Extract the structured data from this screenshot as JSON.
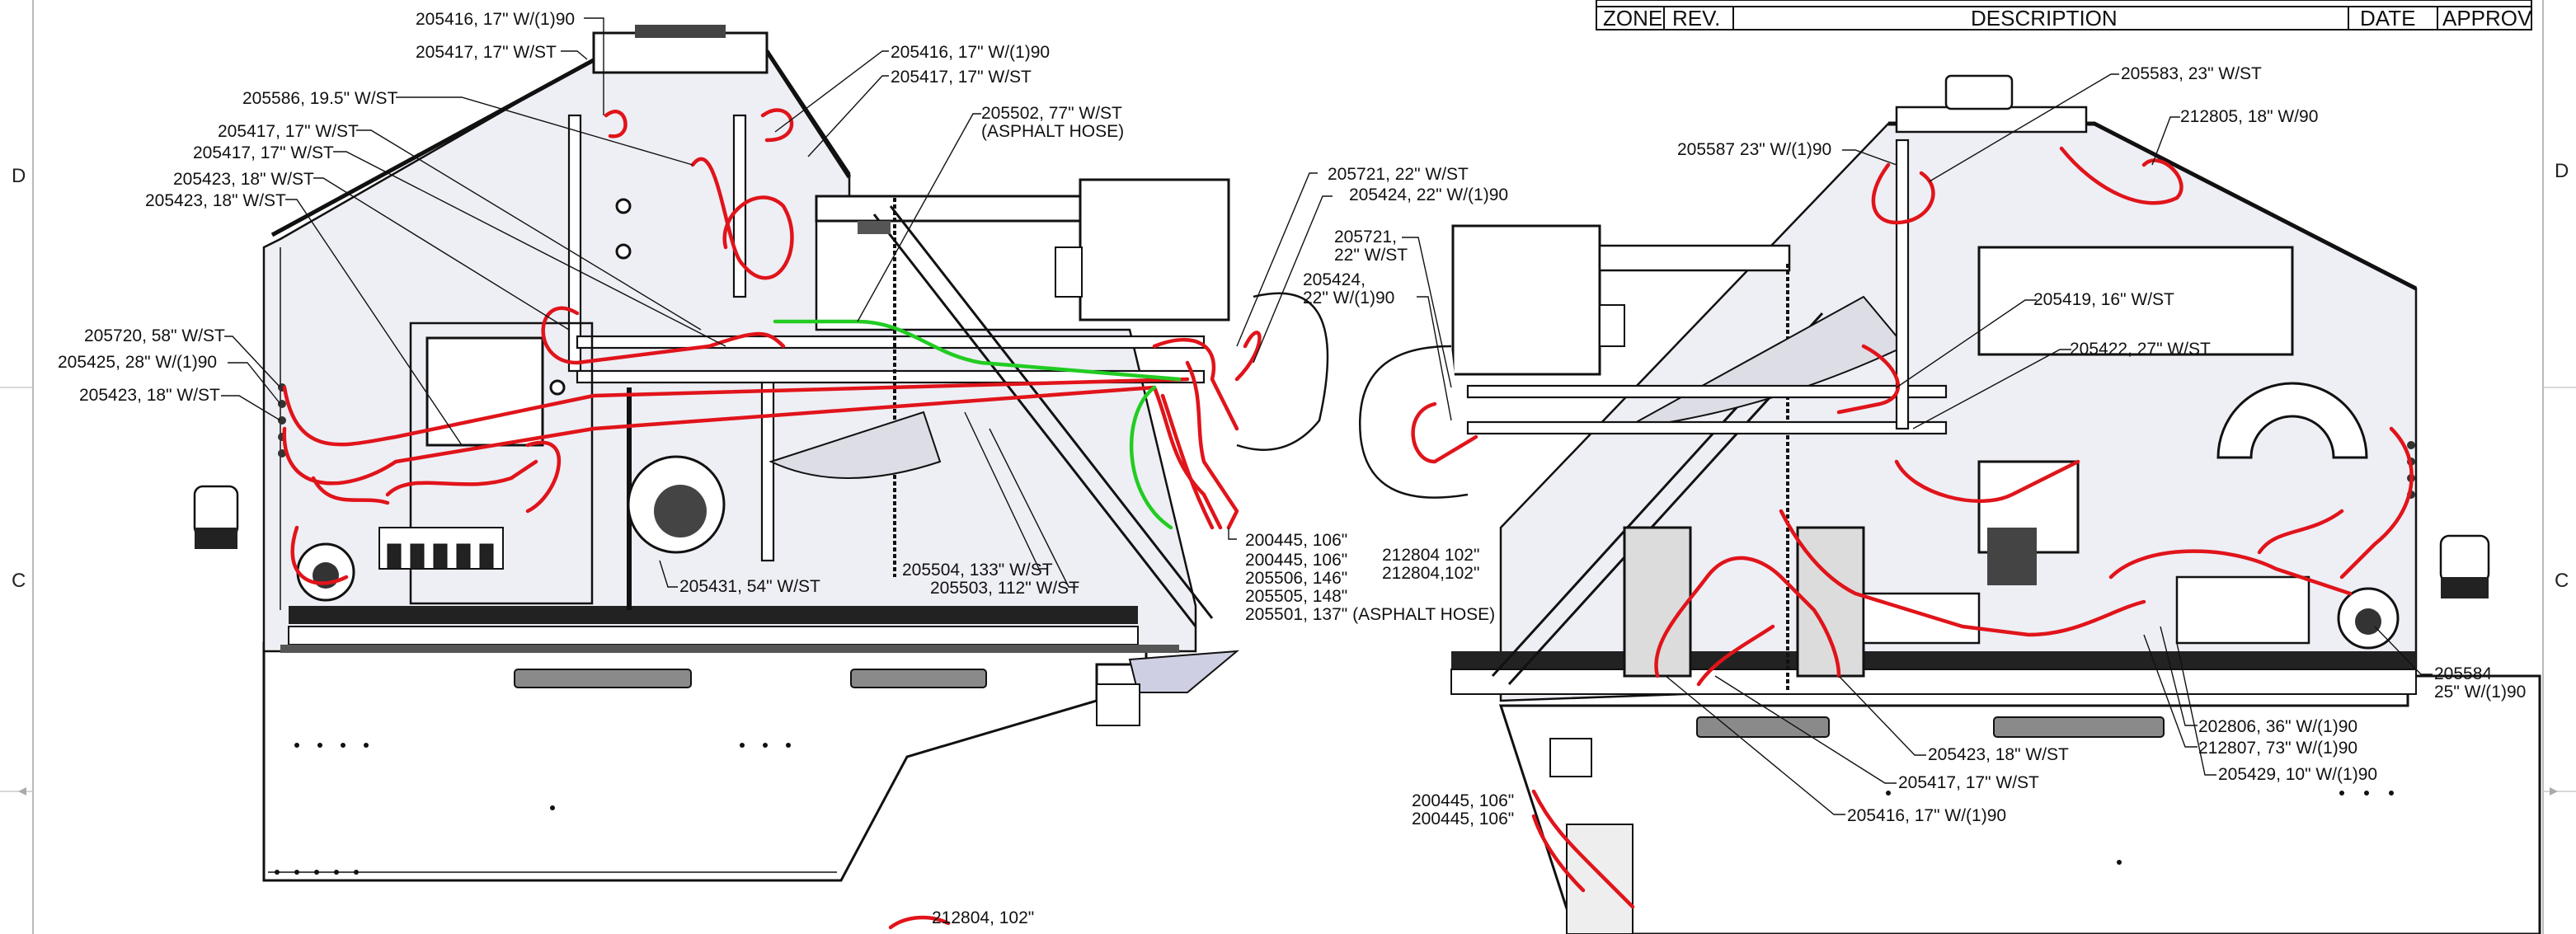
{
  "revision_table": {
    "headers": [
      "ZONE",
      "REV.",
      "DESCRIPTION",
      "DATE",
      "APPROV"
    ]
  },
  "zones": {
    "left_d": "D",
    "left_c": "C",
    "right_d": "D",
    "right_c": "C"
  },
  "left_view_labels": [
    "205416, 17\" W/(1)90",
    "205417, 17\" W/ST",
    "205586, 19.5\" W/ST",
    "205417, 17\" W/ST",
    "205417, 17\" W/ST",
    "205423, 18\" W/ST",
    "205423, 18\" W/ST",
    "205720, 58\" W/ST",
    "205425, 28\" W/(1)90",
    "205423, 18\" W/ST",
    "205416, 17\" W/(1)90",
    "205417, 17\" W/ST",
    "205502, 77\" W/ST",
    "(ASPHALT HOSE)",
    "205721, 22\" W/ST",
    "205424, 22\" W/(1)90",
    "205431, 54\" W/ST",
    "205504, 133\" W/ST",
    "205503, 112\" W/ST",
    "200445, 106\"",
    "200445, 106\"",
    "205506, 146\"",
    "205505, 148\"",
    "205501, 137\" (ASPHALT HOSE)",
    "212804, 102\""
  ],
  "right_view_labels": [
    "205583, 23\" W/ST",
    "212805, 18\" W/90",
    "205587 23\" W/(1)90",
    "205721,",
    "22\" W/ST",
    "205424,",
    "22\" W/(1)90",
    "205419, 16\" W/ST",
    "205422, 27\" W/ST",
    "212804 102\"",
    "212804,102\"",
    "205584",
    "25\" W/(1)90",
    "202806, 36\" W/(1)90",
    "212807, 73\" W/(1)90",
    "205429, 10\" W/(1)90",
    "205423, 18\" W/ST",
    "205417, 17\" W/ST",
    "205416, 17\" W/(1)90",
    "200445, 106\"",
    "200445, 106\""
  ]
}
